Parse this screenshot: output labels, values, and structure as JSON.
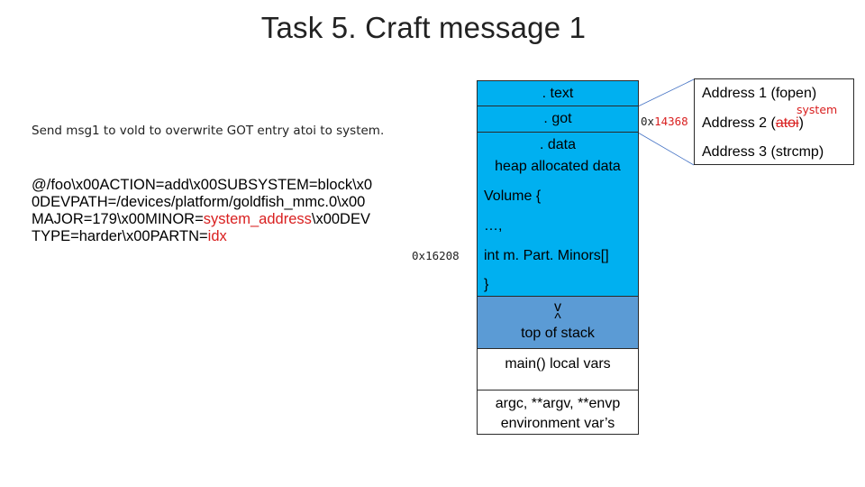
{
  "title": "Task 5. Craft message 1",
  "instruction": "Send msg1 to vold to overwrite GOT entry atoi to system.",
  "payload": {
    "line1": "@/foo\\x00ACTION=add\\x00SUBSYSTEM=block\\x0",
    "line2": "0DEVPATH=/devices/platform/goldfish_mmc.0\\x00",
    "line3_a": "MAJOR=179\\x00MINOR=",
    "line3_b": "system_address",
    "line3_c": "\\x00DEV",
    "line4_a": "TYPE=harder\\x00PARTN=",
    "line4_b": "idx"
  },
  "memory": {
    "text": ". text",
    "got": ". got",
    "data": ". data",
    "heap": "heap allocated data",
    "volume_open": "Volume {",
    "ellipsis": "…,",
    "part_minors": "int m. Part. Minors[]",
    "volume_close": "}",
    "arrow_down": "v",
    "arrow_up": "^",
    "top_of_stack": "top of stack",
    "main_locals": "main() local vars",
    "args": "argc, **argv, **envp",
    "env_vars": "environment var’s"
  },
  "addresses": {
    "heap_addr_prefix": "0x",
    "heap_addr_value": "16208",
    "got_addr_prefix": "0x",
    "got_addr_value": "14368"
  },
  "got_table": {
    "entry1": "Address 1 (fopen)",
    "entry2_prefix": "Address 2 (",
    "entry2_name": "atoi",
    "entry2_suffix": ")",
    "entry2_replacement": "system",
    "entry3": "Address 3 (strcmp)"
  },
  "colors": {
    "memory_blue": "#00b0f0",
    "stack_blue": "#5b9bd5",
    "highlight_red": "#d92020",
    "connector": "#4472c4"
  }
}
